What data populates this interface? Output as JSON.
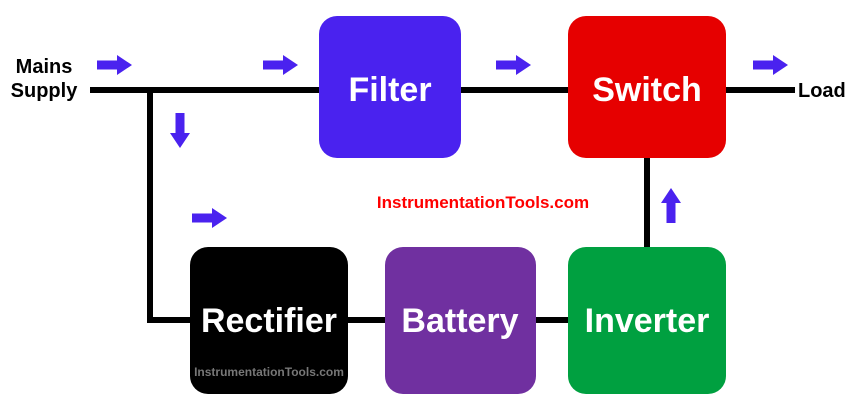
{
  "terminals": {
    "mains_line1": "Mains",
    "mains_line2": "Supply",
    "load": "Load"
  },
  "blocks": {
    "filter": {
      "label": "Filter",
      "color": "#4a22ef"
    },
    "switch": {
      "label": "Switch",
      "color": "#e60000"
    },
    "rectifier": {
      "label": "Rectifier",
      "color": "#000000"
    },
    "battery": {
      "label": "Battery",
      "color": "#7030a0"
    },
    "inverter": {
      "label": "Inverter",
      "color": "#00a040"
    }
  },
  "watermark": {
    "main": "InstrumentationTools.com",
    "small": "InstrumentationTools.com",
    "main_color": "#ff0000",
    "small_color": "#777777"
  },
  "colors": {
    "arrow": "#4a22ef",
    "line": "#000000",
    "block_text": "#ffffff"
  }
}
